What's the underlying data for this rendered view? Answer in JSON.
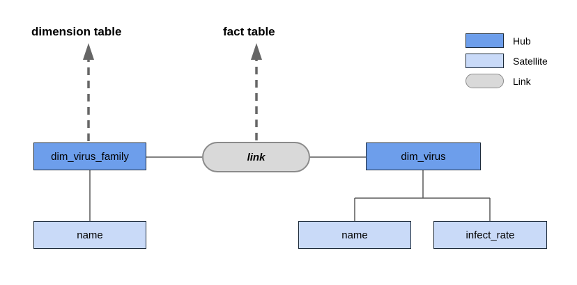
{
  "diagram": {
    "annotations": {
      "dimension_table": "dimension table",
      "fact_table": "fact table"
    },
    "nodes": {
      "hub_left": {
        "label": "dim_virus_family",
        "type": "hub"
      },
      "link_center": {
        "label": "link",
        "type": "link"
      },
      "hub_right": {
        "label": "dim_virus",
        "type": "hub"
      },
      "satellite_left_name": {
        "label": "name",
        "type": "satellite"
      },
      "satellite_right_name": {
        "label": "name",
        "type": "satellite"
      },
      "satellite_infect_rate": {
        "label": "infect_rate",
        "type": "satellite"
      }
    },
    "legend": [
      {
        "label": "Hub",
        "type": "hub"
      },
      {
        "label": "Satellite",
        "type": "satellite"
      },
      {
        "label": "Link",
        "type": "link"
      }
    ],
    "colors": {
      "hub": "#6d9eeb",
      "satellite": "#c9daf8",
      "link": "#d9d9d9",
      "arrow": "#666666",
      "connector": "#595959"
    }
  }
}
